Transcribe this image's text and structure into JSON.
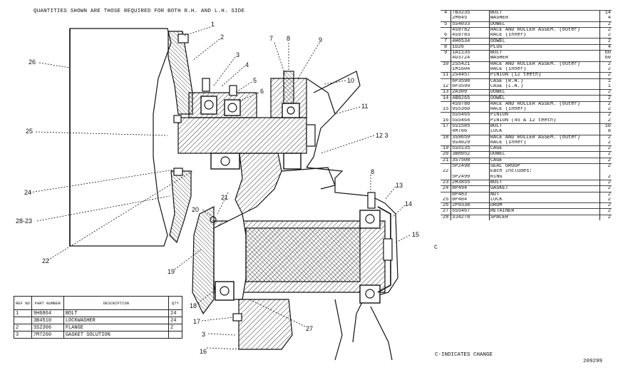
{
  "header": {
    "note": "QUANTITIES SHOWN ARE THOSE REQUIRED FOR BOTH R.H. AND L.H. SIDE"
  },
  "callouts": {
    "c1": "1",
    "c2": "2",
    "c3a": "3",
    "c4": "4",
    "c5": "5",
    "c6": "6",
    "c7": "7",
    "c8a": "8",
    "c9": "9",
    "c10": "10",
    "c11": "11",
    "c12": "12 3",
    "c8b": "8",
    "c13": "13",
    "c14": "14",
    "c15": "15",
    "c26": "26",
    "c25": "25",
    "c24": "24",
    "c2823": "28-23",
    "c22": "22",
    "c21": "21",
    "c20": "20",
    "c19": "19",
    "c18": "18",
    "c17": "17",
    "c3b": "3",
    "c16": "16",
    "c27": "27"
  },
  "small_table": {
    "headers": {
      "ref": "REF NO",
      "part": "PART NUMBER",
      "desc": "DESCRIPTION",
      "qty": "QTY"
    },
    "rows": [
      {
        "ref": "1",
        "part": "9H6864",
        "desc": "BOLT",
        "qty": "24"
      },
      {
        "ref": "",
        "part": "3B4510",
        "desc": "LOCKWASHER",
        "qty": "24"
      },
      {
        "ref": "2",
        "part": "3S2306",
        "desc": "FLANGE",
        "qty": "2"
      },
      {
        "ref": "3",
        "part": "7M7260",
        "desc": "GASKET SOLUTION",
        "qty": ""
      }
    ]
  },
  "parts_table": {
    "rows": [
      {
        "ref": "4",
        "part": "7B3235",
        "desc": "BOLT",
        "qty": "14",
        "grp": true
      },
      {
        "ref": "",
        "part": "2M845",
        "desc": "WASHER",
        "qty": "4"
      },
      {
        "ref": "5",
        "part": "5S4033",
        "desc": "DOWEL",
        "qty": "2",
        "grp": true
      },
      {
        "ref": "",
        "part": "4S9782",
        "desc": "RACE AND ROLLER ASSEM. (outer)",
        "qty": "2",
        "grp": true
      },
      {
        "ref": "6",
        "part": "4S9783",
        "desc": "RACE (inner)",
        "qty": "2"
      },
      {
        "ref": "7",
        "part": "4H6534",
        "desc": "DOWEL",
        "qty": "2",
        "grp": true
      },
      {
        "ref": "8",
        "part": "1D26",
        "desc": "PLUG",
        "qty": "4",
        "grp": true
      },
      {
        "ref": "9",
        "part": "1A1135",
        "desc": "BOLT",
        "qty": "60",
        "grp": true
      },
      {
        "ref": "",
        "part": "4D3724",
        "desc": "WASHER",
        "qty": "60"
      },
      {
        "ref": "10",
        "part": "2S5421",
        "desc": "RACE AND ROLLER ASSEM. (outer)",
        "qty": "2",
        "grp": true
      },
      {
        "ref": "",
        "part": "1M1604",
        "desc": "RACE (inner)",
        "qty": "2"
      },
      {
        "ref": "11",
        "part": "2S4457",
        "desc": "PINION (12 teeth)",
        "qty": "2",
        "grp": true
      },
      {
        "ref": "",
        "part": "6P3598",
        "desc": "CASE (R.H.)",
        "qty": "1",
        "grp": true
      },
      {
        "ref": "12",
        "part": "6P3599",
        "desc": "CASE (L.H.)",
        "qty": "1"
      },
      {
        "ref": "13",
        "part": "2A309",
        "desc": "DOWEL",
        "qty": "2",
        "grp": true
      },
      {
        "ref": "14",
        "part": "4B8265",
        "desc": "DOWEL",
        "qty": "2",
        "grp": true
      },
      {
        "ref": "",
        "part": "4S9780",
        "desc": "RACE AND ROLLER ASSEM. (outer)",
        "qty": "2",
        "grp": true
      },
      {
        "ref": "15",
        "part": "9S5360",
        "desc": "RACE (inner)",
        "qty": "2"
      },
      {
        "ref": "",
        "part": "5S5465",
        "desc": "PINION",
        "qty": "2",
        "grp": true
      },
      {
        "ref": "16",
        "part": "5S5464",
        "desc": "PINION (45 & 12 teeth)",
        "qty": "2"
      },
      {
        "ref": "17",
        "part": "5S1585",
        "desc": "BOLT",
        "qty": "16",
        "grp": true
      },
      {
        "ref": "",
        "part": "4M706",
        "desc": "LOCK",
        "qty": "8"
      },
      {
        "ref": "18",
        "part": "3S9659",
        "desc": "RACE AND ROLLER ASSEM. (outer)",
        "qty": "2",
        "grp": true
      },
      {
        "ref": "",
        "part": "9S4829",
        "desc": "RACE (inner)",
        "qty": "2"
      },
      {
        "ref": "19",
        "part": "5S5135",
        "desc": "CAGE",
        "qty": "2",
        "grp": true
      },
      {
        "ref": "20",
        "part": "3B8852",
        "desc": "DOWEL",
        "qty": "2",
        "grp": true
      },
      {
        "ref": "21",
        "part": "3S7508",
        "desc": "CAGE",
        "qty": "2",
        "grp": true
      },
      {
        "ref": "",
        "part": "5P2498",
        "desc": "SEAL GROUP",
        "qty": "2",
        "grp": true
      },
      {
        "ref": "22",
        "part": "",
        "desc": "Each Includes:",
        "qty": ""
      },
      {
        "ref": "",
        "part": "5P2499",
        "desc": "RING",
        "qty": "2"
      },
      {
        "ref": "23",
        "part": "2H3855",
        "desc": "BOLT",
        "qty": "2",
        "grp": true
      },
      {
        "ref": "24",
        "part": "8P494",
        "desc": "GASKET",
        "qty": "2",
        "grp": true
      },
      {
        "ref": "",
        "part": "8P483",
        "desc": "NUT",
        "qty": "2",
        "grp": true
      },
      {
        "ref": "25",
        "part": "8P484",
        "desc": "LOCK",
        "qty": "2"
      },
      {
        "ref": "26",
        "part": "2P9338",
        "desc": "DRUM",
        "qty": "2",
        "grp": true
      },
      {
        "ref": "27",
        "part": "5S5467",
        "desc": "RETAINER",
        "qty": "2",
        "grp": true
      },
      {
        "ref": "28",
        "part": "3J4278",
        "desc": "SPACER",
        "qty": "2",
        "grp": true
      }
    ]
  },
  "change_mark": "C",
  "footer": {
    "note": "C-INDICATES CHANGE",
    "code": "209299"
  }
}
